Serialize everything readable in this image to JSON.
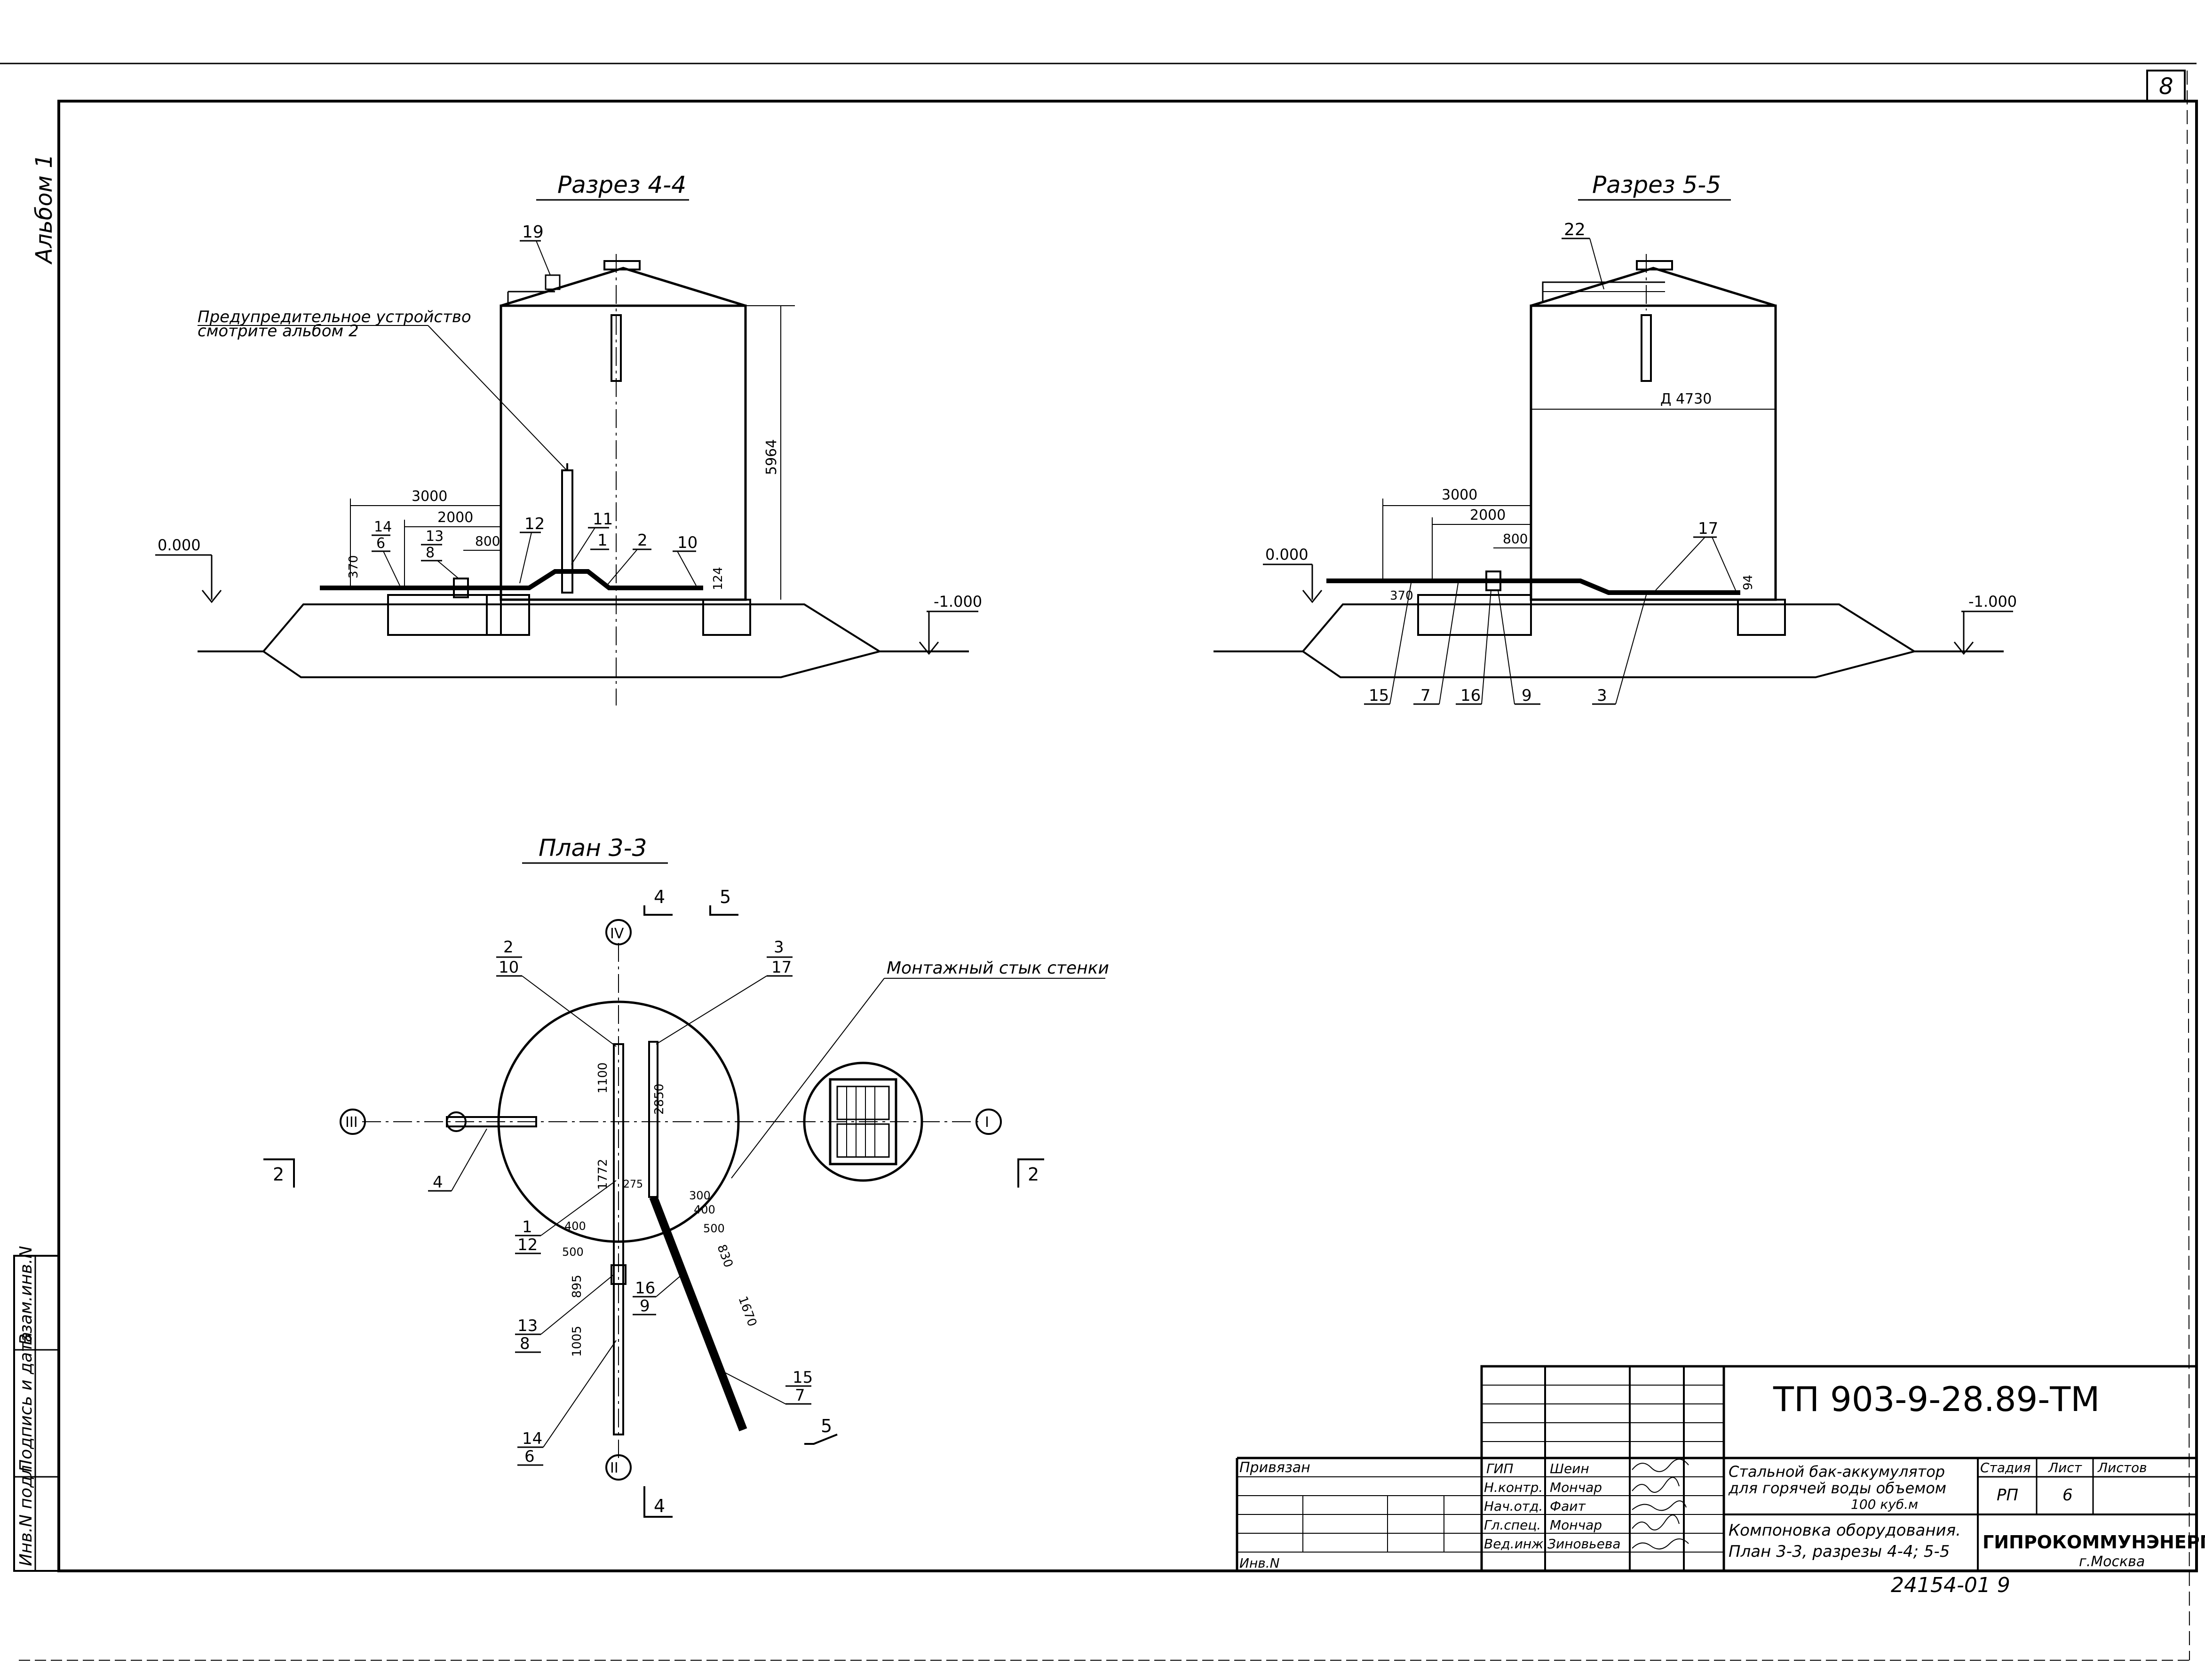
{
  "sheet_number": "8",
  "album_label": "Альбом 1",
  "section_44": {
    "title": "Разрез 4-4",
    "note_line1": "Предупредительное устройство",
    "note_line2": "смотрите альбом 2",
    "callouts": [
      "19",
      "12",
      "11",
      "1",
      "2",
      "10",
      "14",
      "6",
      "13",
      "8"
    ],
    "dims": [
      "3000",
      "2000",
      "800",
      "370",
      "124",
      "5964"
    ],
    "levels": [
      "0.000",
      "-1.000"
    ]
  },
  "section_55": {
    "title": "Разрез 5-5",
    "callouts": [
      "22",
      "17",
      "15",
      "7",
      "16",
      "9",
      "3"
    ],
    "dims": [
      "3000",
      "2000",
      "800",
      "370",
      "94",
      "Д 4730"
    ],
    "levels": [
      "0.000",
      "-1.000"
    ]
  },
  "plan_33": {
    "title": "План 3-3",
    "axes": [
      "IV",
      "III",
      "I",
      "II"
    ],
    "cut_marks": [
      "4",
      "5",
      "2",
      "2",
      "5",
      "4"
    ],
    "wall_joint_label": "Монтажный стык стенки",
    "callouts": [
      "2",
      "10",
      "3",
      "17",
      "4",
      "1",
      "12",
      "13",
      "8",
      "14",
      "6",
      "16",
      "9",
      "15",
      "7"
    ],
    "dims": [
      "1100",
      "1772",
      "2850",
      "400",
      "500",
      "895",
      "1005",
      "300",
      "400",
      "500",
      "830",
      "1670",
      "275"
    ]
  },
  "title_block": {
    "doc_code": "ТП 903-9-28.89-ТМ",
    "privyazan": "Привязан",
    "inv_n": "Инв.N",
    "roles": [
      "ГИП",
      "Н.контр.",
      "Нач.отд.",
      "Гл.спец.",
      "Вед.инж."
    ],
    "names": [
      "Шеин",
      "Мончар",
      "Фаит",
      "Мончар",
      "Зиновьева"
    ],
    "project_line1": "Стальной бак-аккумулятор",
    "project_line2": "для горячей воды объемом",
    "project_line3": "100 куб.м",
    "sheet_title_line1": "Компоновка оборудования.",
    "sheet_title_line2": "План 3-3, разрезы 4-4; 5-5",
    "stage_header": "Стадия",
    "sheet_header": "Лист",
    "sheets_header": "Листов",
    "stage_value": "РП",
    "sheet_value": "6",
    "organization": "ГИПРОКОММУНЭНЕРГО",
    "city": "г.Москва",
    "archive_number": "24154-01  9"
  },
  "side_stamp": {
    "col1": "Инв.N подл.",
    "col2": "Подпись и дата",
    "col3": "Взам.инв.N"
  }
}
